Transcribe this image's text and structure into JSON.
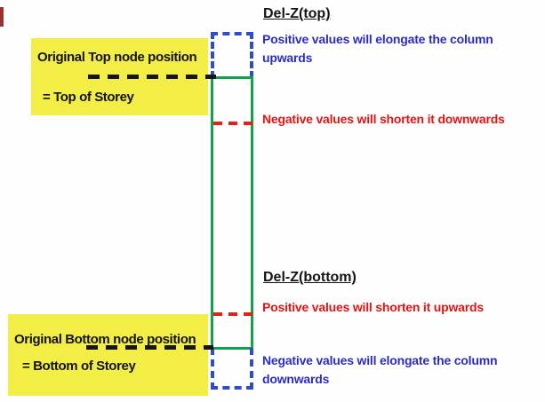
{
  "colors": {
    "highlight_yellow": "#f2ee46",
    "column_green": "#12a24b",
    "ghost_blue": "#2d4ec6",
    "note_blue": "#2c2cc2",
    "note_red": "#e01414",
    "text_black": "#141414"
  },
  "top_left_label": {
    "line1": "Original Top node position",
    "line2": "= Top of Storey"
  },
  "bottom_left_label": {
    "line1": "Original Bottom node position",
    "line2": "= Bottom of Storey"
  },
  "del_z_top": {
    "title": "Del-Z(top)",
    "positive_line1": "Positive values will elongate the column",
    "positive_line2": "upwards",
    "negative": "Negative values will shorten it downwards"
  },
  "del_z_bottom": {
    "title": "Del-Z(bottom)",
    "positive": "Positive values will shorten it upwards",
    "negative_line1": "Negative values will elongate the column",
    "negative_line2": "downwards"
  }
}
